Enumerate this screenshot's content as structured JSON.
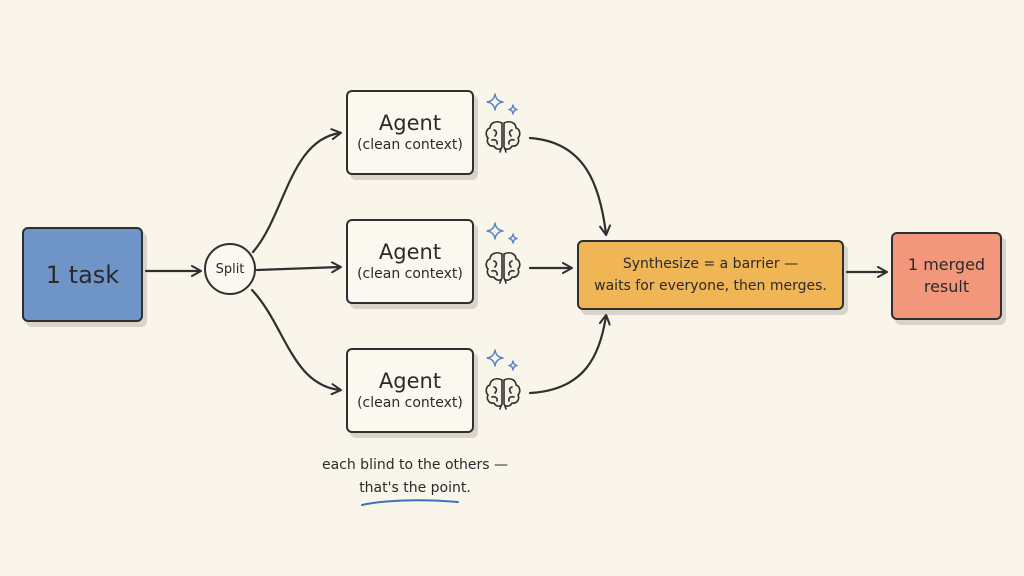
{
  "task": {
    "label": "1 task"
  },
  "split": {
    "label": "Split"
  },
  "agents": [
    {
      "title": "Agent",
      "subtitle": "(clean context)",
      "icon": "brain-icon"
    },
    {
      "title": "Agent",
      "subtitle": "(clean context)",
      "icon": "brain-icon"
    },
    {
      "title": "Agent",
      "subtitle": "(clean context)",
      "icon": "brain-icon"
    }
  ],
  "synthesize": {
    "line1": "Synthesize = a barrier —",
    "line2": "waits for everyone, then merges."
  },
  "merged": {
    "line1": "1 merged",
    "line2": "result"
  },
  "annotation": {
    "line1": "each blind to the others —",
    "line2": "that's the point."
  },
  "colors": {
    "background": "#f9f5eb",
    "task": "#6f95c8",
    "agent": "#fbf8f0",
    "synthesize": "#f0b554",
    "merged": "#f2967c",
    "sparkle": "#5b86c4",
    "underline": "#3d72b8",
    "ink": "#2f2f2f"
  }
}
